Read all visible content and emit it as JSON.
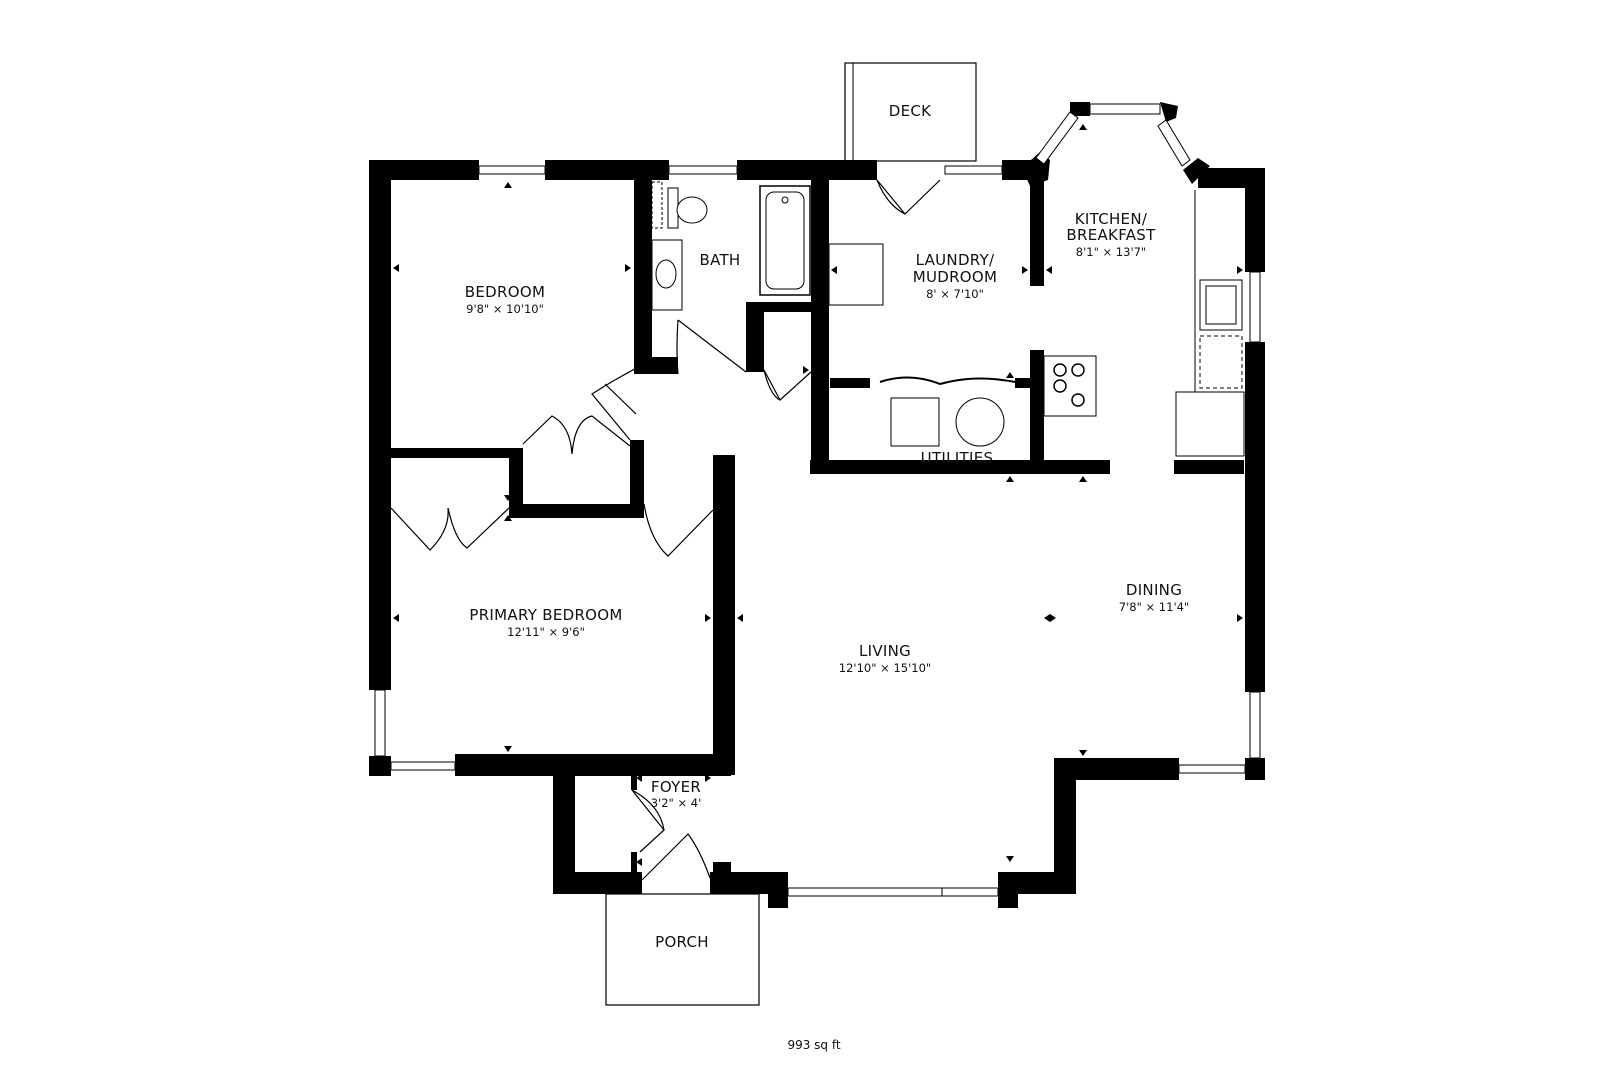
{
  "floorplan": {
    "rooms": {
      "bedroom": {
        "name": "BEDROOM",
        "dims": "9'8\" × 10'10\""
      },
      "bath": {
        "name": "BATH"
      },
      "laundry": {
        "name_line1": "LAUNDRY/",
        "name_line2": "MUDROOM",
        "dims": "8' × 7'10\""
      },
      "kitchen": {
        "name_line1": "KITCHEN/",
        "name_line2": "BREAKFAST",
        "dims": "8'1\" × 13'7\""
      },
      "utilities": {
        "name": "UTILITIES"
      },
      "primary_bedroom": {
        "name": "PRIMARY BEDROOM",
        "dims": "12'11\" × 9'6\""
      },
      "living": {
        "name": "LIVING",
        "dims": "12'10\" × 15'10\""
      },
      "dining": {
        "name": "DINING",
        "dims": "7'8\" × 11'4\""
      },
      "foyer": {
        "name": "FOYER",
        "dims": "3'2\" × 4'"
      },
      "deck": {
        "name": "DECK"
      },
      "porch": {
        "name": "PORCH"
      }
    },
    "total_area": "993 sq ft"
  }
}
